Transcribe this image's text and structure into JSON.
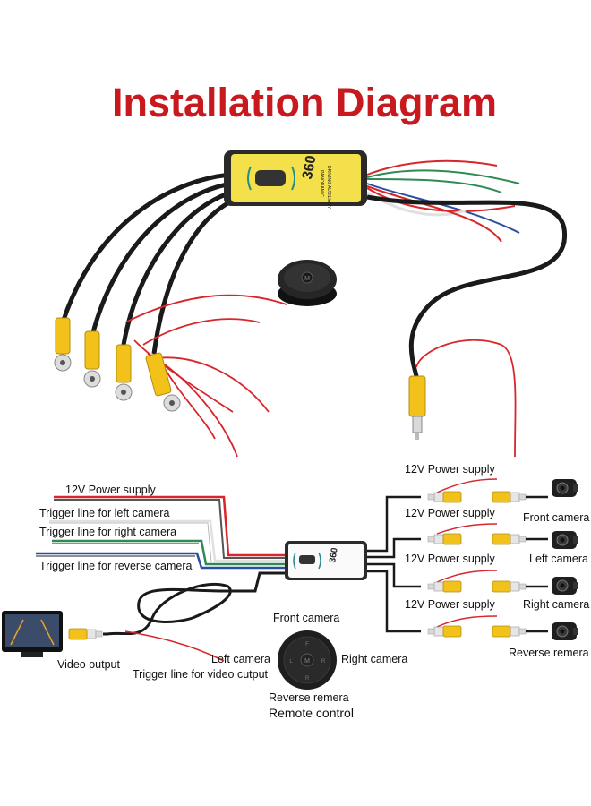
{
  "title": "Installation Diagram",
  "colors": {
    "title_red": "#c8191e",
    "connector_yellow": "#f2c21b",
    "box_yellow": "#f4e04a",
    "cable_black": "#1a1a1a",
    "wire_red": "#d8262b",
    "wire_green": "#2f8a54",
    "wire_blue": "#2a4fa0",
    "wire_white": "#e8e8e8"
  },
  "box": {
    "logo": "360",
    "side_text_1": "PANORAMIC",
    "side_text_2": "DRIVING AUXILIARY"
  },
  "remote_button": "M",
  "left_labels": {
    "power": "12V Power supply",
    "trigger_left": "Trigger line for left camera",
    "trigger_right": "Trigger line for right camera",
    "trigger_reverse": "Trigger line for reverse camera",
    "video_output": "Video output",
    "trigger_video": "Trigger line for video cutput"
  },
  "right_labels": {
    "power_1": "12V Power supply",
    "power_2": "12V Power supply",
    "power_3": "12V Power supply",
    "power_4": "12V Power supply",
    "front_camera": "Front camera",
    "left_camera": "Left camera",
    "right_camera": "Right camera",
    "reverse_camera": "Reverse remera"
  },
  "remote_labels": {
    "front": "Front camera",
    "left": "Left camera",
    "right": "Right camera",
    "reverse": "Reverse remera",
    "caption": "Remote control"
  },
  "icons": [
    "monitor-icon",
    "camera-icon",
    "rca-connector-icon",
    "remote-control-icon"
  ]
}
